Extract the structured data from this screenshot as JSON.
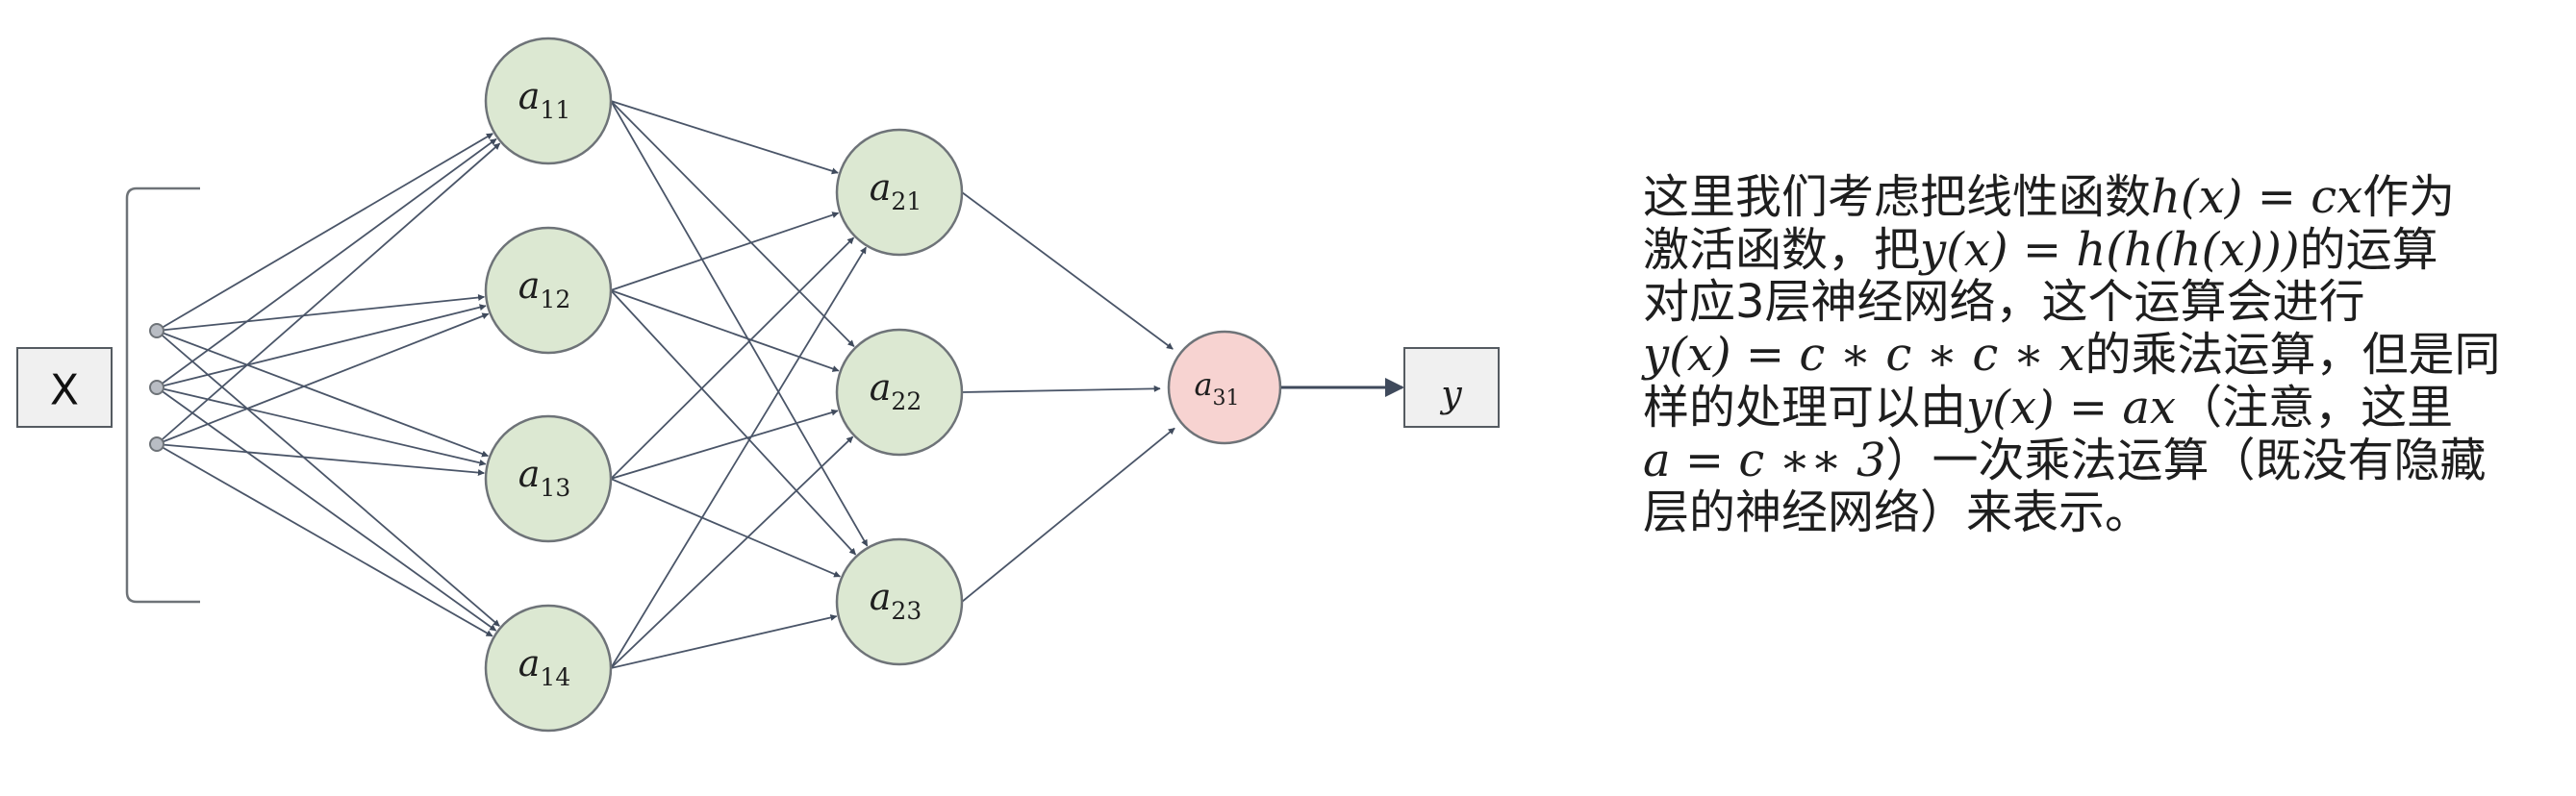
{
  "diagram": {
    "input_label": "X",
    "output_label": "y",
    "layers": [
      [
        {
          "letter": "a",
          "sub": "11"
        },
        {
          "letter": "a",
          "sub": "12"
        },
        {
          "letter": "a",
          "sub": "13"
        },
        {
          "letter": "a",
          "sub": "14"
        }
      ],
      [
        {
          "letter": "a",
          "sub": "21"
        },
        {
          "letter": "a",
          "sub": "22"
        },
        {
          "letter": "a",
          "sub": "23"
        }
      ],
      [
        {
          "letter": "a",
          "sub": "31"
        }
      ]
    ],
    "colors": {
      "hidden_fill": "#dce8d2",
      "output_fill": "#f7d3d1",
      "node_stroke": "#6e7378",
      "edge": "#4a5568",
      "arrowhead": "#3f4a5c",
      "input_dot_fill": "#b9bdc4"
    }
  },
  "explanation": {
    "lines": [
      [
        "这里我们考虑把线性函数",
        {
          "m": "h(x) = cx"
        },
        "作为"
      ],
      [
        "激活函数，把",
        {
          "m": "y(x) = h(h(h(x)))"
        },
        "的运算"
      ],
      [
        "对应3层神经网络，这个运算会进行"
      ],
      [
        {
          "m": "y(x) = c ∗ c ∗ c ∗ x"
        },
        "的乘法运算，但是同"
      ],
      [
        "样的处理可以由",
        {
          "m": "y(x) = ax"
        },
        "（注意，这里"
      ],
      [
        {
          "m": "a = c ∗∗ 3"
        },
        "）一次乘法运算（既没有隐藏"
      ],
      [
        "层的神经网络）来表示。"
      ]
    ]
  }
}
